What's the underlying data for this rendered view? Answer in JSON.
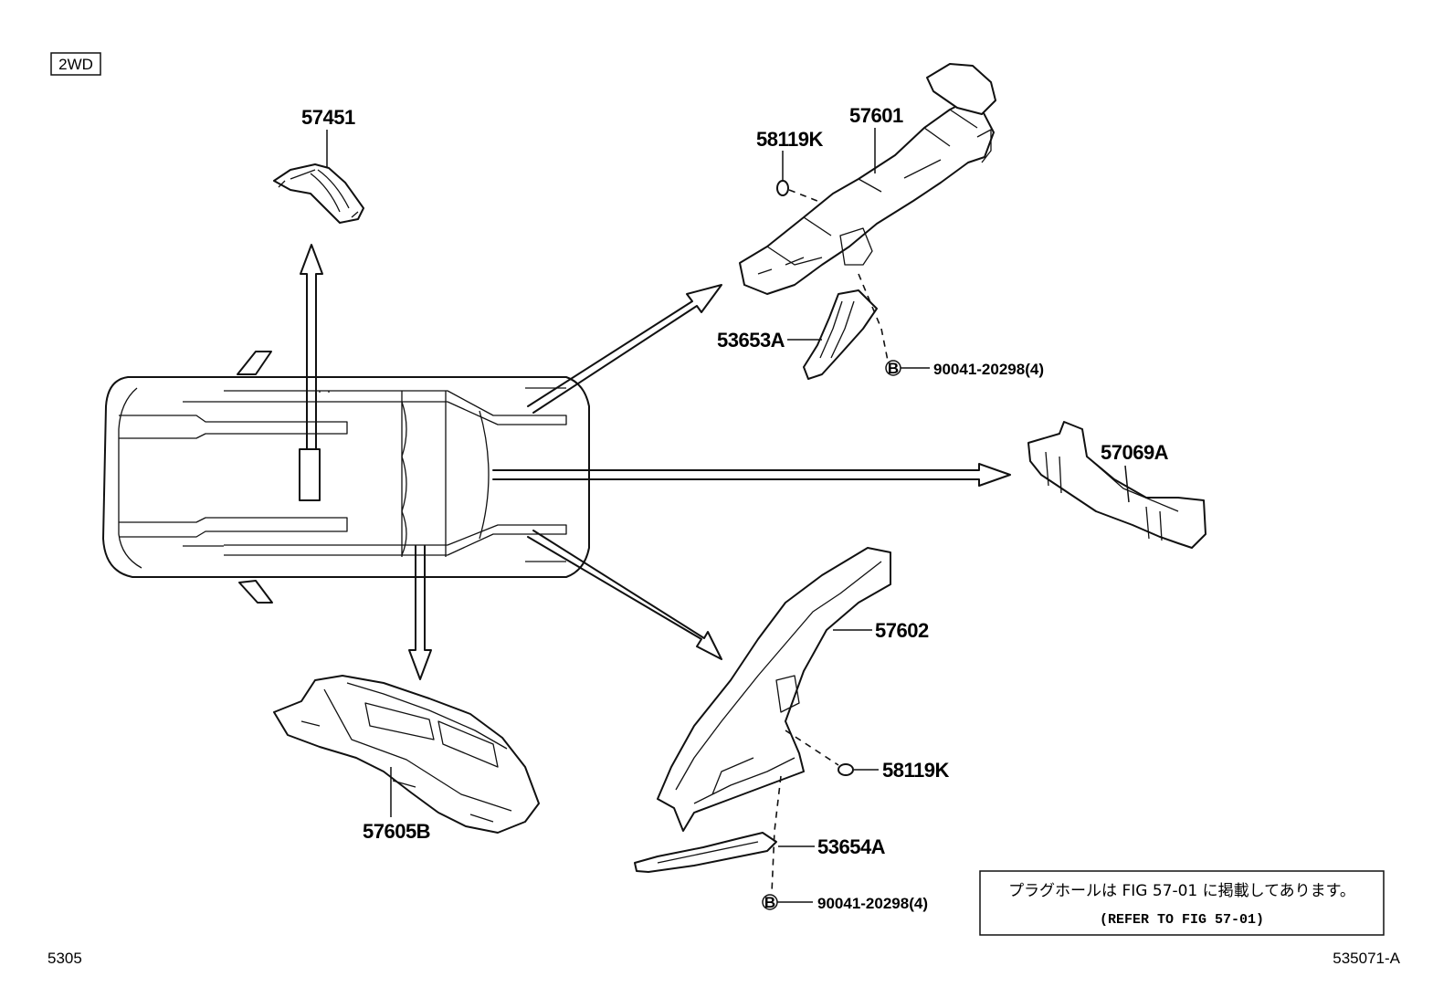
{
  "badge": {
    "text": "2WD"
  },
  "parts": {
    "p57451": "57451",
    "p57601": "57601",
    "p58119K_top": "58119K",
    "p53653A": "53653A",
    "bolt_top": "90041-20298(4)",
    "p57069A": "57069A",
    "p57602": "57602",
    "p58119K_bottom": "58119K",
    "p53654A": "53654A",
    "bolt_bottom": "90041-20298(4)",
    "p57605B": "57605B"
  },
  "bolt_marker": "B",
  "note": {
    "jp": "プラグホールは FIG 57-01 に掲載してあります。",
    "en": "(REFER TO FIG 57-01)"
  },
  "footer": {
    "left": "5305",
    "right": "535071-A"
  }
}
